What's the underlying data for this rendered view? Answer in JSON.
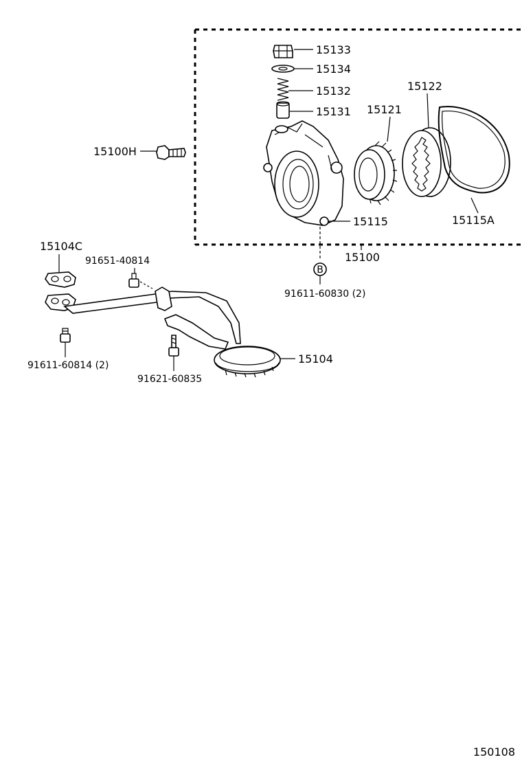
{
  "diagram": {
    "labels": {
      "p15133": "15133",
      "p15134": "15134",
      "p15132": "15132",
      "p15131": "15131",
      "p15121": "15121",
      "p15122": "15122",
      "p15100H": "15100H",
      "p15115": "15115",
      "p15115A": "15115A",
      "p15100": "15100",
      "p15104C": "15104C",
      "p91651": "91651-40814",
      "p91611_60830": "91611-60830 (2)",
      "p91611_60814": "91611-60814 (2)",
      "p91621": "91621-60835",
      "p15104": "15104",
      "marker_b": "B",
      "figure_no": "150108"
    }
  }
}
